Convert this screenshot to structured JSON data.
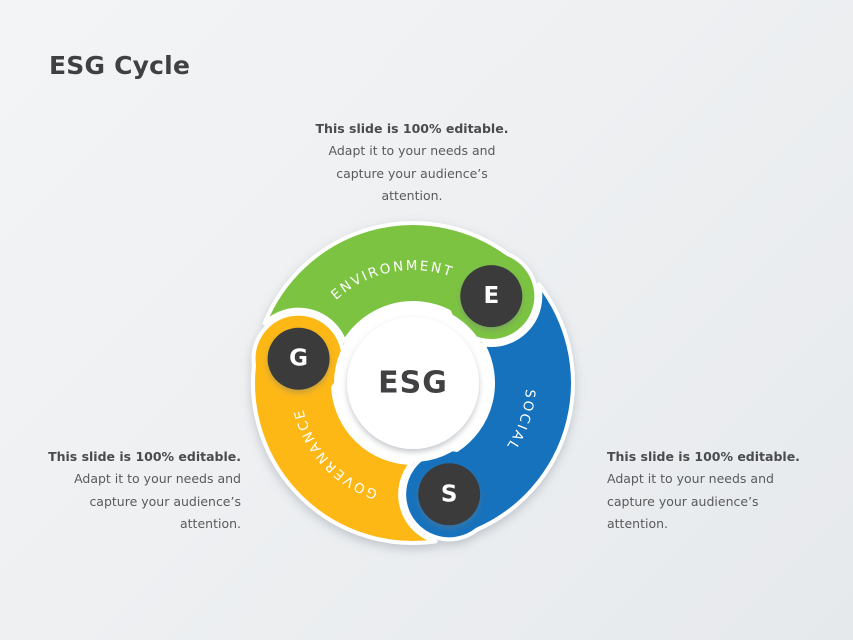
{
  "slide": {
    "title": "ESG Cycle"
  },
  "blurbs": {
    "top": {
      "lines": [
        "This slide is 100% editable.",
        "Adapt it to your needs and",
        "capture your audience’s",
        "attention."
      ]
    },
    "left": {
      "lines": [
        "This slide is 100% editable.",
        "Adapt it to your needs and",
        "capture your audience’s",
        "attention."
      ]
    },
    "right": {
      "lines": [
        "This slide is 100% editable.",
        "Adapt it to your needs and",
        "capture your audience’s",
        "attention."
      ]
    }
  },
  "diagram": {
    "center_label": "ESG",
    "badge_color": "#3a3a3a",
    "label_color": "#ffffff",
    "segments": [
      {
        "name": "environment",
        "label": "ENVIRONMENT",
        "badge_letter": "E",
        "color": "#7cc342"
      },
      {
        "name": "social",
        "label": "SOCIAL",
        "badge_letter": "S",
        "color": "#1272bc"
      },
      {
        "name": "governance",
        "label": "GOVERNANCE",
        "badge_letter": "G",
        "color": "#fdb813"
      }
    ]
  },
  "colors": {
    "background_start": "#f3f4f6",
    "background_end": "#e6e9ec",
    "title_text": "#3f4041",
    "body_text": "#595a5c",
    "center_text": "#414042"
  }
}
